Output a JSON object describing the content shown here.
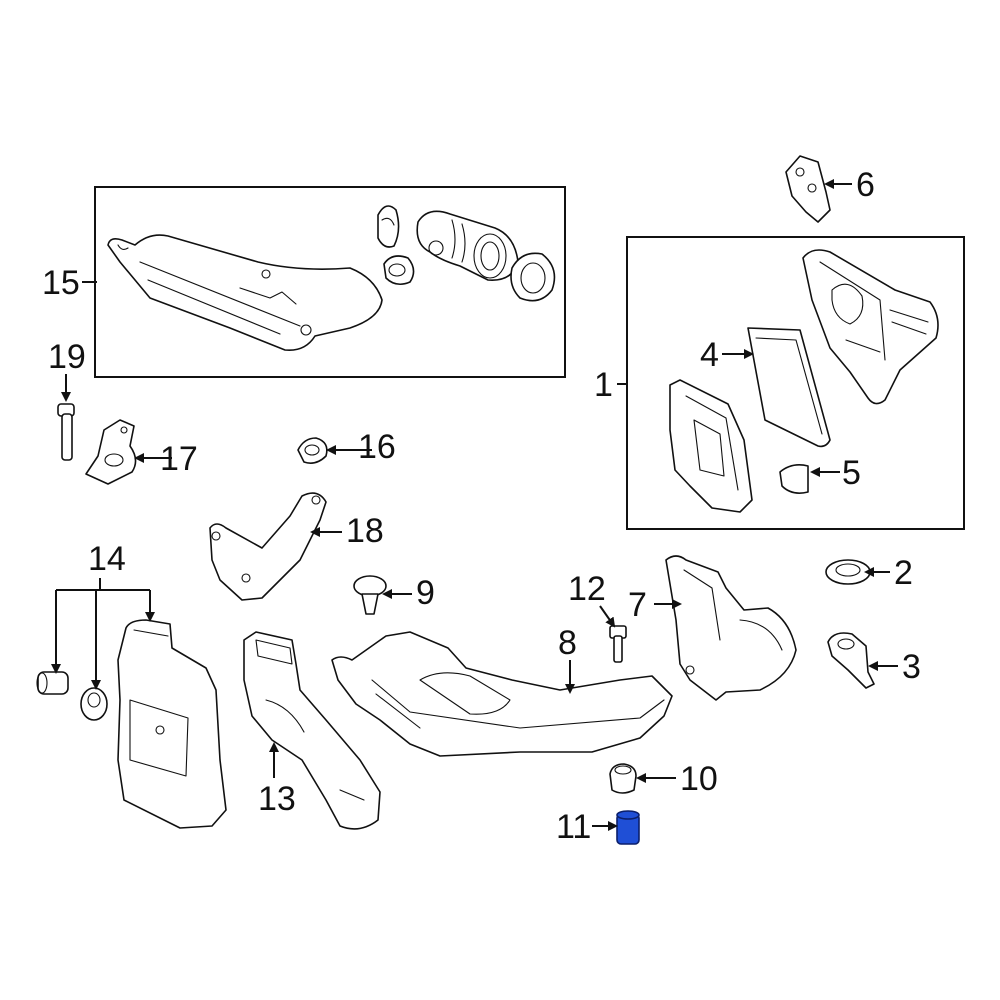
{
  "callouts": {
    "c1": "1",
    "c2": "2",
    "c3": "3",
    "c4": "4",
    "c5": "5",
    "c6": "6",
    "c7": "7",
    "c8": "8",
    "c9": "9",
    "c10": "10",
    "c11": "11",
    "c12": "12",
    "c13": "13",
    "c14": "14",
    "c15": "15",
    "c16": "16",
    "c17": "17",
    "c18": "18",
    "c19": "19"
  },
  "colors": {
    "highlight": "#1f4fd6",
    "line": "#111111",
    "background": "#ffffff"
  },
  "highlighted_part": "11"
}
